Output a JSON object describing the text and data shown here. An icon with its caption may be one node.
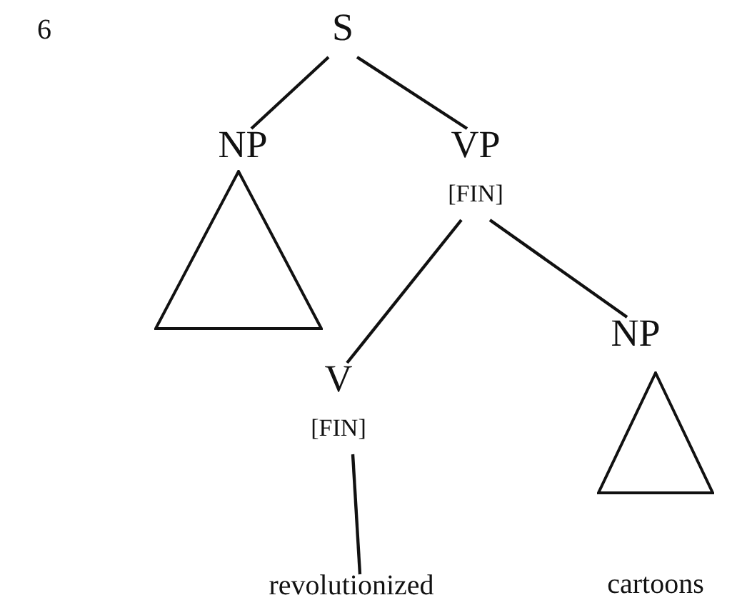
{
  "diagram": {
    "nodes": [
      {
        "text": [
          "S"
        ]
      },
      {
        "text": [
          "NP"
        ]
      },
      {
        "text": [
          "VP",
          "[FIN]"
        ]
      },
      {
        "text": [],
        "shape": "triangle"
      },
      {
        "text": [
          "V",
          "[FIN]"
        ]
      },
      {
        "text": [
          "NP"
        ]
      },
      {
        "text": [
          "revolutionized"
        ]
      },
      {
        "text": [],
        "shape": "triangle",
        "beside": [
          "cartoons"
        ]
      }
    ],
    "edges": [
      {
        "from": 0,
        "to": 1,
        "arrow": "none"
      },
      {
        "from": 0,
        "to": 2,
        "arrow": "none"
      },
      {
        "from": 2,
        "to": 4,
        "arrow": "none"
      },
      {
        "from": 2,
        "to": 5,
        "arrow": "none"
      },
      {
        "from": 4,
        "to": 6,
        "arrow": "none"
      }
    ],
    "labels": [
      "6"
    ]
  }
}
